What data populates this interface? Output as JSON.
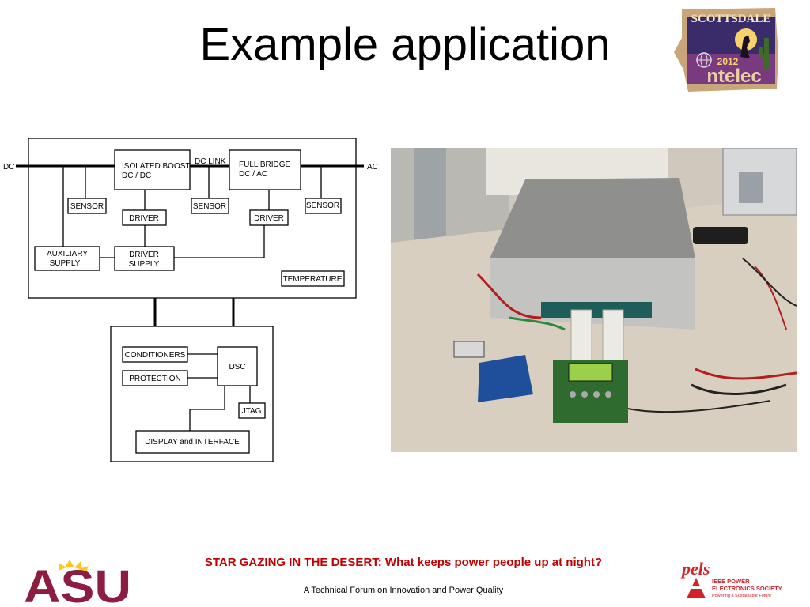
{
  "slide": {
    "title": "Example application"
  },
  "logo_intelec": {
    "icon": "intelec-2012-scottsdale-logo",
    "text_top": "SCOTTSDALE",
    "text_year": "2012",
    "text_brand": "ntelec"
  },
  "diagram": {
    "dc_in": "DC",
    "ac_out": "AC",
    "dc_link": "DC LINK",
    "boost_line1": "ISOLATED BOOST",
    "boost_line2": "DC / DC",
    "bridge_line1": "FULL BRIDGE",
    "bridge_line2": "DC / AC",
    "sensor": "SENSOR",
    "driver": "DRIVER",
    "aux_line1": "AUXILIARY",
    "aux_line2": "SUPPLY",
    "drvsup_line1": "DRIVER",
    "drvsup_line2": "SUPPLY",
    "temperature": "TEMPERATURE",
    "conditioners": "CONDITIONERS",
    "protection": "PROTECTION",
    "dsc": "DSC",
    "jtag": "JTAG",
    "display": "DISPLAY and INTERFACE"
  },
  "photo": {
    "icon": "hardware-prototype-photo"
  },
  "footer": {
    "title": "STAR GAZING IN THE DESERT:  What keeps power people up at night?",
    "subtitle": "A Technical Forum on Innovation and Power Quality",
    "asu_logo_text": "ASU",
    "pels_logo_text": "pels",
    "pels_line1": "IEEE POWER",
    "pels_line2": "ELECTRONICS SOCIETY",
    "pels_line3": "Powering a Sustainable Future"
  },
  "colors": {
    "footer_title": "#c00000",
    "asu_maroon": "#8c1d40",
    "asu_gold": "#ffc627",
    "pels_red": "#d2232a"
  }
}
